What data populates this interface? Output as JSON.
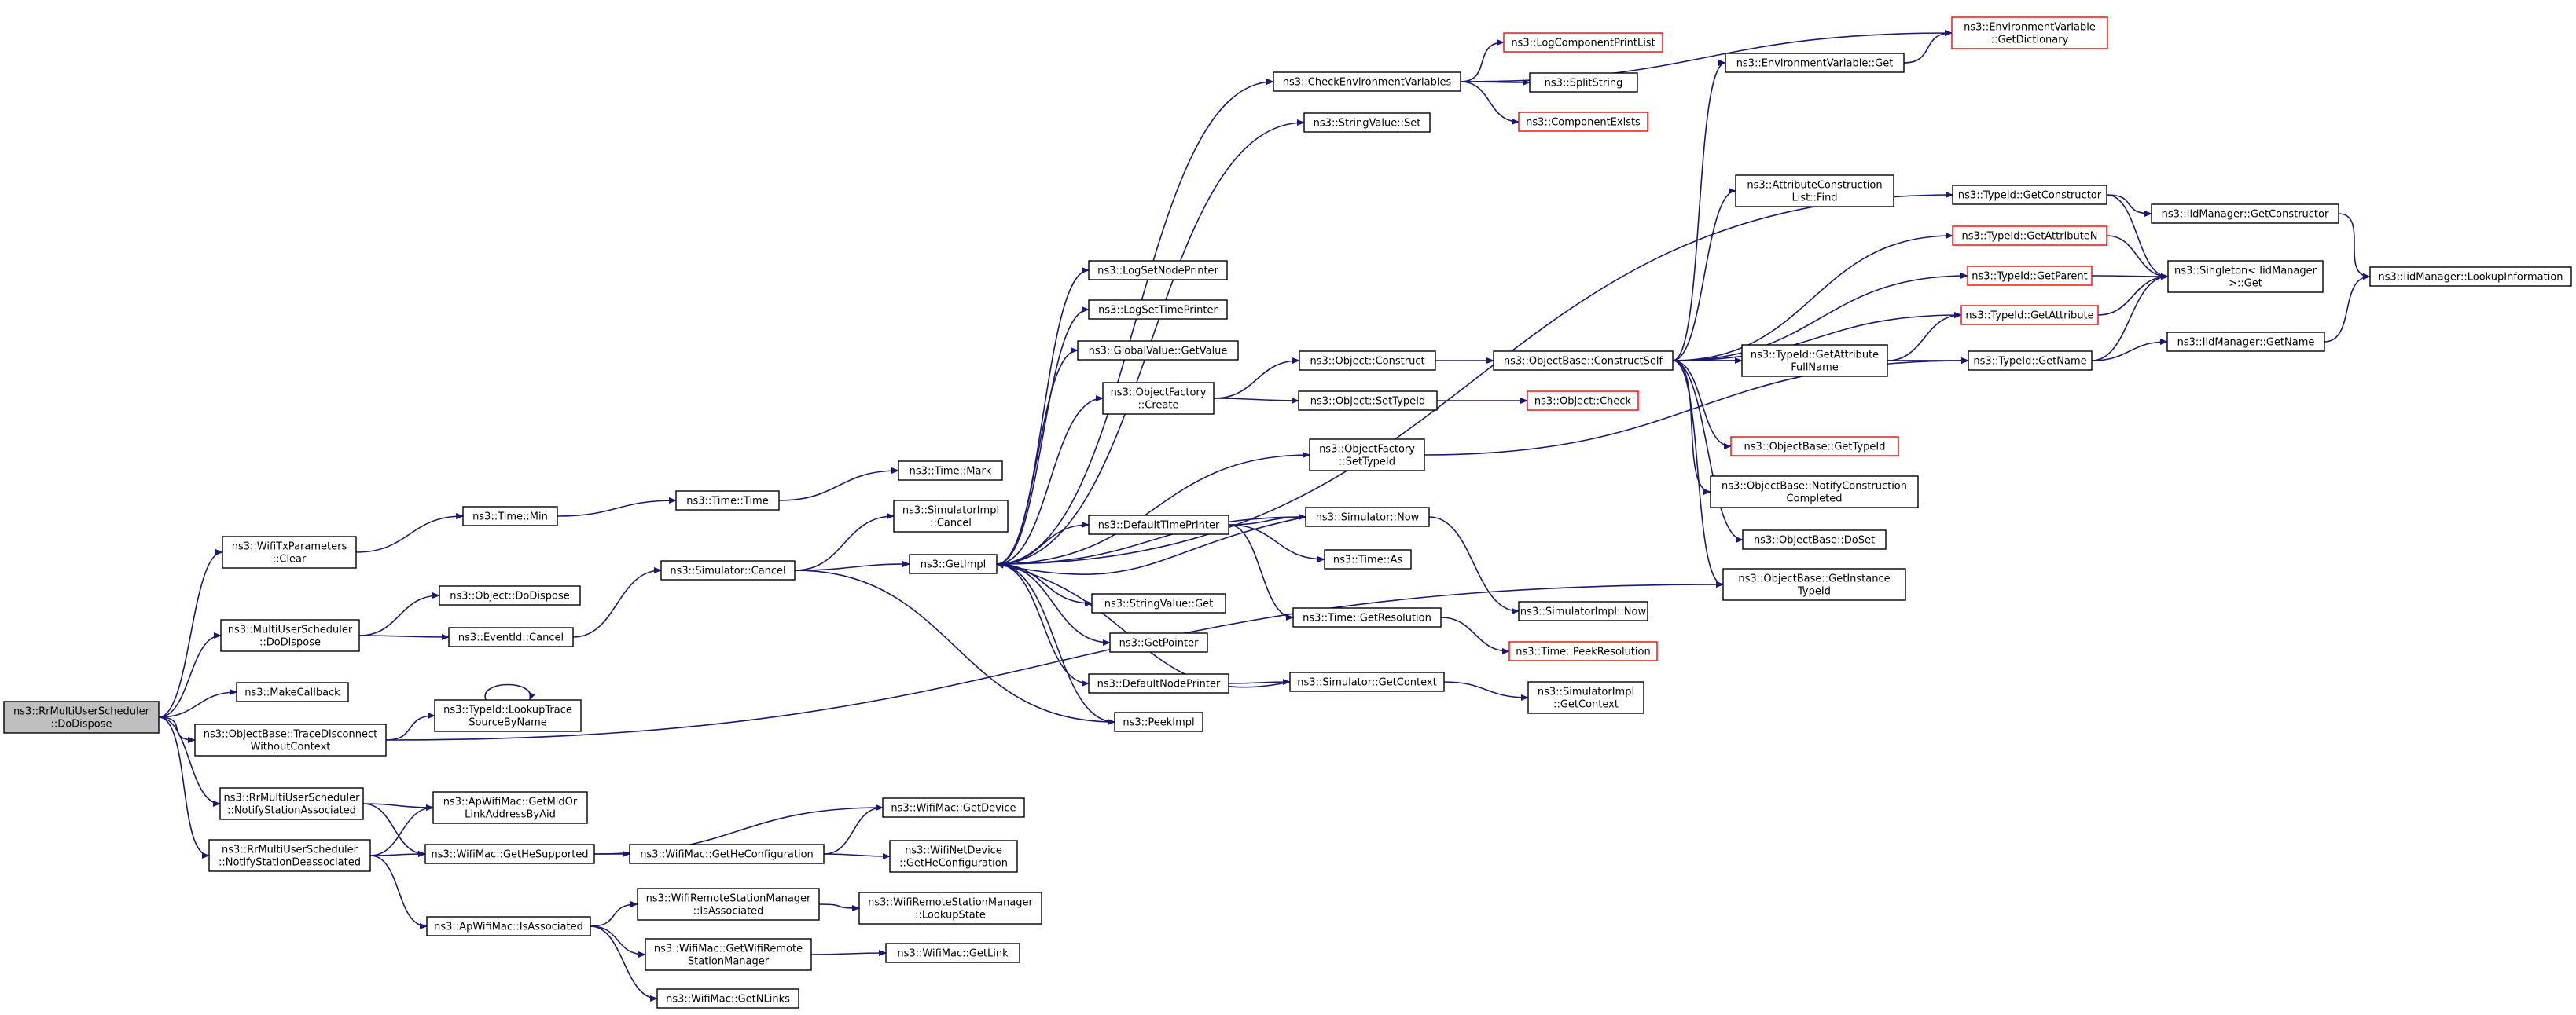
{
  "colors": {
    "edge": "#191970",
    "node_border": "#000000",
    "undocumented_border": "#ff0000",
    "root_fill": "#bfbfbf",
    "background": "#ffffff"
  },
  "nodes": [
    {
      "id": "root",
      "lines": [
        "ns3::RrMultiUserScheduler",
        "::DoDispose"
      ],
      "style": "root"
    },
    {
      "id": "wtp_clear",
      "lines": [
        "ns3::WifiTxParameters",
        "::Clear"
      ]
    },
    {
      "id": "mus_dodispose",
      "lines": [
        "ns3::MultiUserScheduler",
        "::DoDispose"
      ]
    },
    {
      "id": "makecallback",
      "lines": [
        "ns3::MakeCallback"
      ]
    },
    {
      "id": "trace_disconnect",
      "lines": [
        "ns3::ObjectBase::TraceDisconnect",
        "WithoutContext"
      ]
    },
    {
      "id": "notify_assoc",
      "lines": [
        "ns3::RrMultiUserScheduler",
        "::NotifyStationAssociated"
      ]
    },
    {
      "id": "notify_deassoc",
      "lines": [
        "ns3::RrMultiUserScheduler",
        "::NotifyStationDeassociated"
      ]
    },
    {
      "id": "time_min",
      "lines": [
        "ns3::Time::Min"
      ]
    },
    {
      "id": "obj_dodispose",
      "lines": [
        "ns3::Object::DoDispose"
      ]
    },
    {
      "id": "eventid_cancel",
      "lines": [
        "ns3::EventId::Cancel"
      ]
    },
    {
      "id": "lookup_trace",
      "lines": [
        "ns3::TypeId::LookupTrace",
        "SourceByName"
      ]
    },
    {
      "id": "get_mld",
      "lines": [
        "ns3::ApWifiMac::GetMldOr",
        "LinkAddressByAid"
      ]
    },
    {
      "id": "get_he_supported",
      "lines": [
        "ns3::WifiMac::GetHeSupported"
      ]
    },
    {
      "id": "is_associated_ap",
      "lines": [
        "ns3::ApWifiMac::IsAssociated"
      ]
    },
    {
      "id": "time_time",
      "lines": [
        "ns3::Time::Time"
      ]
    },
    {
      "id": "sim_cancel",
      "lines": [
        "ns3::Simulator::Cancel"
      ]
    },
    {
      "id": "time_mark",
      "lines": [
        "ns3::Time::Mark"
      ]
    },
    {
      "id": "simimpl_cancel",
      "lines": [
        "ns3::SimulatorImpl",
        "::Cancel"
      ]
    },
    {
      "id": "getimpl",
      "lines": [
        "ns3::GetImpl"
      ]
    },
    {
      "id": "get_he_config",
      "lines": [
        "ns3::WifiMac::GetHeConfiguration"
      ]
    },
    {
      "id": "get_device",
      "lines": [
        "ns3::WifiMac::GetDevice"
      ]
    },
    {
      "id": "netdev_he_config",
      "lines": [
        "ns3::WifiNetDevice",
        "::GetHeConfiguration"
      ]
    },
    {
      "id": "rsm_isassoc",
      "lines": [
        "ns3::WifiRemoteStationManager",
        "::IsAssociated"
      ]
    },
    {
      "id": "rsm_lookup",
      "lines": [
        "ns3::WifiRemoteStationManager",
        "::LookupState"
      ]
    },
    {
      "id": "get_rsm",
      "lines": [
        "ns3::WifiMac::GetWifiRemote",
        "StationManager"
      ]
    },
    {
      "id": "get_link",
      "lines": [
        "ns3::WifiMac::GetLink"
      ]
    },
    {
      "id": "get_nlinks",
      "lines": [
        "ns3::WifiMac::GetNLinks"
      ]
    },
    {
      "id": "log_node_printer",
      "lines": [
        "ns3::LogSetNodePrinter"
      ]
    },
    {
      "id": "log_time_printer",
      "lines": [
        "ns3::LogSetTimePrinter"
      ]
    },
    {
      "id": "gv_getvalue",
      "lines": [
        "ns3::GlobalValue::GetValue"
      ]
    },
    {
      "id": "of_create",
      "lines": [
        "ns3::ObjectFactory",
        "::Create"
      ]
    },
    {
      "id": "default_time_printer",
      "lines": [
        "ns3::DefaultTimePrinter"
      ]
    },
    {
      "id": "stringvalue_get",
      "lines": [
        "ns3::StringValue::Get"
      ]
    },
    {
      "id": "getpointer",
      "lines": [
        "ns3::GetPointer"
      ]
    },
    {
      "id": "default_node_printer",
      "lines": [
        "ns3::DefaultNodePrinter"
      ]
    },
    {
      "id": "peekimpl",
      "lines": [
        "ns3::PeekImpl"
      ]
    },
    {
      "id": "check_env",
      "lines": [
        "ns3::CheckEnvironmentVariables"
      ]
    },
    {
      "id": "stringvalue_set",
      "lines": [
        "ns3::StringValue::Set"
      ]
    },
    {
      "id": "obj_construct",
      "lines": [
        "ns3::Object::Construct"
      ]
    },
    {
      "id": "obj_settypeid",
      "lines": [
        "ns3::Object::SetTypeId"
      ]
    },
    {
      "id": "of_settypeid",
      "lines": [
        "ns3::ObjectFactory",
        "::SetTypeId"
      ]
    },
    {
      "id": "sim_now",
      "lines": [
        "ns3::Simulator::Now"
      ]
    },
    {
      "id": "time_as",
      "lines": [
        "ns3::Time::As"
      ]
    },
    {
      "id": "time_getres",
      "lines": [
        "ns3::Time::GetResolution"
      ]
    },
    {
      "id": "sim_getcontext",
      "lines": [
        "ns3::Simulator::GetContext"
      ]
    },
    {
      "id": "log_comp_print",
      "lines": [
        "ns3::LogComponentPrintList"
      ],
      "style": "red"
    },
    {
      "id": "splitstring",
      "lines": [
        "ns3::SplitString"
      ]
    },
    {
      "id": "comp_exists",
      "lines": [
        "ns3::ComponentExists"
      ],
      "style": "red"
    },
    {
      "id": "ob_constructself",
      "lines": [
        "ns3::ObjectBase::ConstructSelf"
      ]
    },
    {
      "id": "obj_check",
      "lines": [
        "ns3::Object::Check"
      ],
      "style": "red"
    },
    {
      "id": "simimpl_now",
      "lines": [
        "ns3::SimulatorImpl::Now"
      ]
    },
    {
      "id": "time_peekres",
      "lines": [
        "ns3::Time::PeekResolution"
      ],
      "style": "red"
    },
    {
      "id": "simimpl_getcontext",
      "lines": [
        "ns3::SimulatorImpl",
        "::GetContext"
      ]
    },
    {
      "id": "env_get",
      "lines": [
        "ns3::EnvironmentVariable::Get"
      ]
    },
    {
      "id": "env_getdict",
      "lines": [
        "ns3::EnvironmentVariable",
        "::GetDictionary"
      ],
      "style": "red"
    },
    {
      "id": "acl_find",
      "lines": [
        "ns3::AttributeConstruction",
        "List::Find"
      ]
    },
    {
      "id": "typeid_getattr_fullname",
      "lines": [
        "ns3::TypeId::GetAttribute",
        "FullName"
      ]
    },
    {
      "id": "ob_gettypeid",
      "lines": [
        "ns3::ObjectBase::GetTypeId"
      ],
      "style": "red"
    },
    {
      "id": "ob_notify",
      "lines": [
        "ns3::ObjectBase::NotifyConstruction",
        "Completed"
      ]
    },
    {
      "id": "ob_doset",
      "lines": [
        "ns3::ObjectBase::DoSet"
      ]
    },
    {
      "id": "ob_getinstance",
      "lines": [
        "ns3::ObjectBase::GetInstance",
        "TypeId"
      ]
    },
    {
      "id": "typeid_getconstructor",
      "lines": [
        "ns3::TypeId::GetConstructor"
      ]
    },
    {
      "id": "typeid_getattrn",
      "lines": [
        "ns3::TypeId::GetAttributeN"
      ],
      "style": "red"
    },
    {
      "id": "typeid_getparent",
      "lines": [
        "ns3::TypeId::GetParent"
      ],
      "style": "red"
    },
    {
      "id": "typeid_getattr",
      "lines": [
        "ns3::TypeId::GetAttribute"
      ],
      "style": "red"
    },
    {
      "id": "typeid_getname",
      "lines": [
        "ns3::TypeId::GetName"
      ]
    },
    {
      "id": "iidm_getconstructor",
      "lines": [
        "ns3::IidManager::GetConstructor"
      ]
    },
    {
      "id": "singleton_get",
      "lines": [
        "ns3::Singleton< IidManager",
        ">::Get"
      ]
    },
    {
      "id": "iidm_getname",
      "lines": [
        "ns3::IidManager::GetName"
      ]
    },
    {
      "id": "iidm_lookupinfo",
      "lines": [
        "ns3::IidManager::LookupInformation"
      ]
    }
  ],
  "edges": [
    [
      "root",
      "wtp_clear"
    ],
    [
      "root",
      "mus_dodispose"
    ],
    [
      "root",
      "makecallback"
    ],
    [
      "root",
      "trace_disconnect"
    ],
    [
      "root",
      "notify_assoc"
    ],
    [
      "root",
      "notify_deassoc"
    ],
    [
      "wtp_clear",
      "time_min"
    ],
    [
      "time_min",
      "time_time"
    ],
    [
      "time_time",
      "time_mark"
    ],
    [
      "mus_dodispose",
      "obj_dodispose"
    ],
    [
      "mus_dodispose",
      "eventid_cancel"
    ],
    [
      "eventid_cancel",
      "sim_cancel"
    ],
    [
      "sim_cancel",
      "simimpl_cancel"
    ],
    [
      "sim_cancel",
      "getimpl"
    ],
    [
      "sim_cancel",
      "peekimpl"
    ],
    [
      "trace_disconnect",
      "lookup_trace"
    ],
    [
      "trace_disconnect",
      "ob_getinstance"
    ],
    [
      "lookup_trace",
      "lookup_trace"
    ],
    [
      "notify_assoc",
      "get_mld"
    ],
    [
      "notify_assoc",
      "get_he_supported"
    ],
    [
      "notify_deassoc",
      "get_mld"
    ],
    [
      "notify_deassoc",
      "get_he_supported"
    ],
    [
      "notify_deassoc",
      "is_associated_ap"
    ],
    [
      "get_he_supported",
      "get_he_config"
    ],
    [
      "get_he_supported",
      "get_device"
    ],
    [
      "get_he_config",
      "get_device"
    ],
    [
      "get_he_config",
      "netdev_he_config"
    ],
    [
      "is_associated_ap",
      "rsm_isassoc"
    ],
    [
      "is_associated_ap",
      "get_rsm"
    ],
    [
      "is_associated_ap",
      "get_nlinks"
    ],
    [
      "rsm_isassoc",
      "rsm_lookup"
    ],
    [
      "get_rsm",
      "get_link"
    ],
    [
      "getimpl",
      "log_node_printer"
    ],
    [
      "getimpl",
      "log_time_printer"
    ],
    [
      "getimpl",
      "gv_getvalue"
    ],
    [
      "getimpl",
      "of_create"
    ],
    [
      "getimpl",
      "of_settypeid"
    ],
    [
      "getimpl",
      "default_time_printer"
    ],
    [
      "getimpl",
      "sim_now"
    ],
    [
      "getimpl",
      "stringvalue_get"
    ],
    [
      "getimpl",
      "getpointer"
    ],
    [
      "getimpl",
      "default_node_printer"
    ],
    [
      "getimpl",
      "peekimpl"
    ],
    [
      "getimpl",
      "check_env"
    ],
    [
      "getimpl",
      "stringvalue_set"
    ],
    [
      "getimpl",
      "typeid_getconstructor"
    ],
    [
      "sim_getcontext",
      "getimpl"
    ],
    [
      "sim_now",
      "getimpl"
    ],
    [
      "of_create",
      "obj_construct"
    ],
    [
      "of_create",
      "obj_settypeid"
    ],
    [
      "obj_construct",
      "ob_constructself"
    ],
    [
      "obj_settypeid",
      "obj_check"
    ],
    [
      "of_settypeid",
      "typeid_getname"
    ],
    [
      "default_time_printer",
      "sim_now"
    ],
    [
      "default_time_printer",
      "time_as"
    ],
    [
      "default_time_printer",
      "time_getres"
    ],
    [
      "sim_now",
      "simimpl_now"
    ],
    [
      "time_getres",
      "time_peekres"
    ],
    [
      "default_node_printer",
      "sim_getcontext"
    ],
    [
      "sim_getcontext",
      "simimpl_getcontext"
    ],
    [
      "check_env",
      "log_comp_print"
    ],
    [
      "check_env",
      "splitstring"
    ],
    [
      "check_env",
      "comp_exists"
    ],
    [
      "check_env",
      "env_getdict"
    ],
    [
      "ob_constructself",
      "env_get"
    ],
    [
      "ob_constructself",
      "acl_find"
    ],
    [
      "ob_constructself",
      "typeid_getattrn"
    ],
    [
      "ob_constructself",
      "typeid_getparent"
    ],
    [
      "ob_constructself",
      "typeid_getattr"
    ],
    [
      "ob_constructself",
      "typeid_getattr_fullname"
    ],
    [
      "ob_constructself",
      "typeid_getname"
    ],
    [
      "ob_constructself",
      "ob_gettypeid"
    ],
    [
      "ob_constructself",
      "ob_notify"
    ],
    [
      "ob_constructself",
      "ob_doset"
    ],
    [
      "ob_constructself",
      "ob_getinstance"
    ],
    [
      "env_get",
      "env_getdict"
    ],
    [
      "typeid_getattr_fullname",
      "typeid_getattr"
    ],
    [
      "typeid_getattr_fullname",
      "typeid_getname"
    ],
    [
      "typeid_getconstructor",
      "iidm_getconstructor"
    ],
    [
      "typeid_getconstructor",
      "singleton_get"
    ],
    [
      "typeid_getattrn",
      "singleton_get"
    ],
    [
      "typeid_getparent",
      "singleton_get"
    ],
    [
      "typeid_getattr",
      "singleton_get"
    ],
    [
      "typeid_getname",
      "singleton_get"
    ],
    [
      "typeid_getname",
      "iidm_getname"
    ],
    [
      "iidm_getconstructor",
      "iidm_lookupinfo"
    ],
    [
      "iidm_getname",
      "iidm_lookupinfo"
    ]
  ]
}
